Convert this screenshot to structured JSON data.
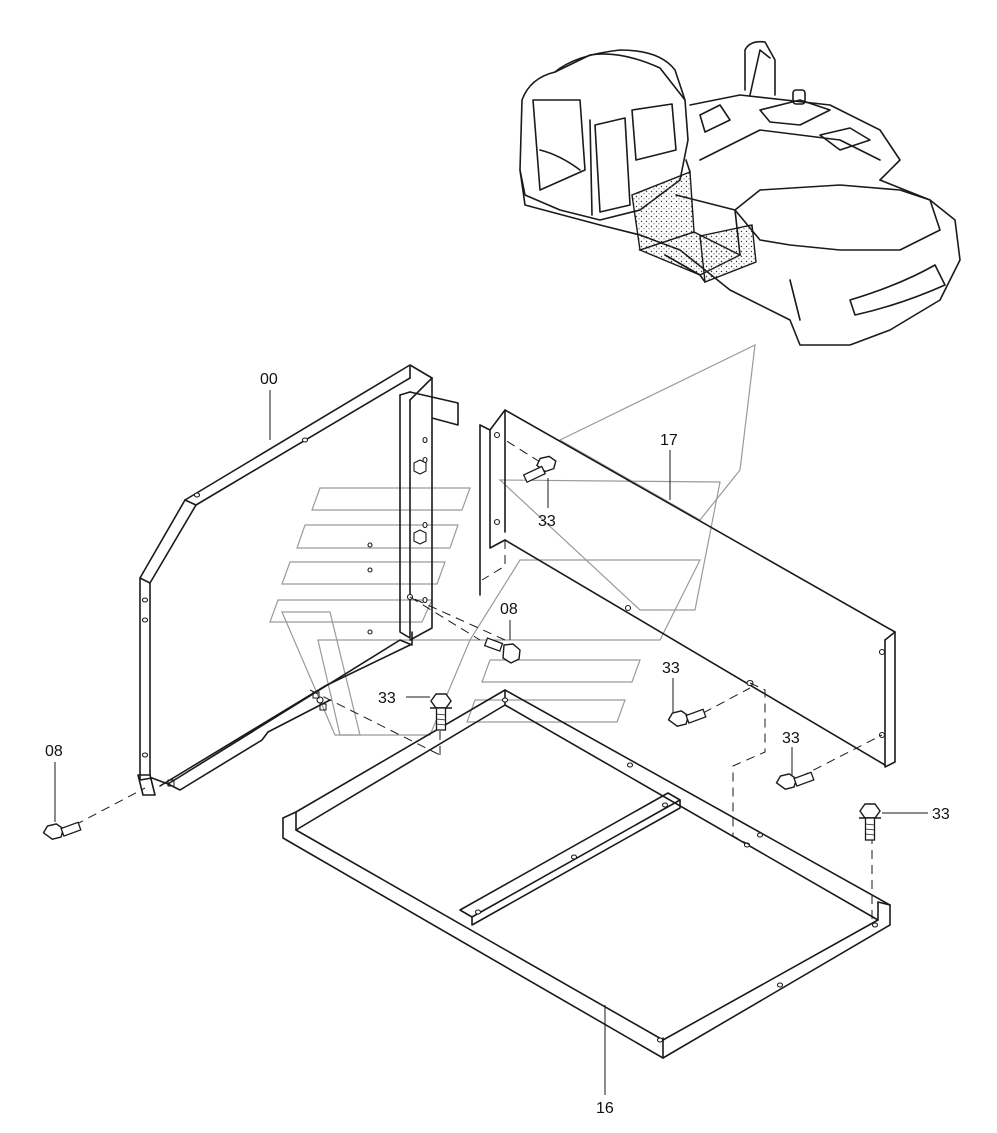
{
  "labels": {
    "frame": "00",
    "cover_side": "17",
    "cover_bottom": "16",
    "bolt_33_top": "33",
    "bolt_08_center": "08",
    "bolt_08_left": "08",
    "bolt_33_mid_left": "33",
    "bolt_33_mid_right": "33",
    "bolt_33_right_a": "33",
    "bolt_33_far_right": "33"
  },
  "icons": {
    "machine": "excavator-icon",
    "watermark": "watermark-logo",
    "bolt": "bolt-icon"
  },
  "colors": {
    "line": "#1a1a1a",
    "watermark": "#9a9a9a",
    "background": "#ffffff"
  }
}
